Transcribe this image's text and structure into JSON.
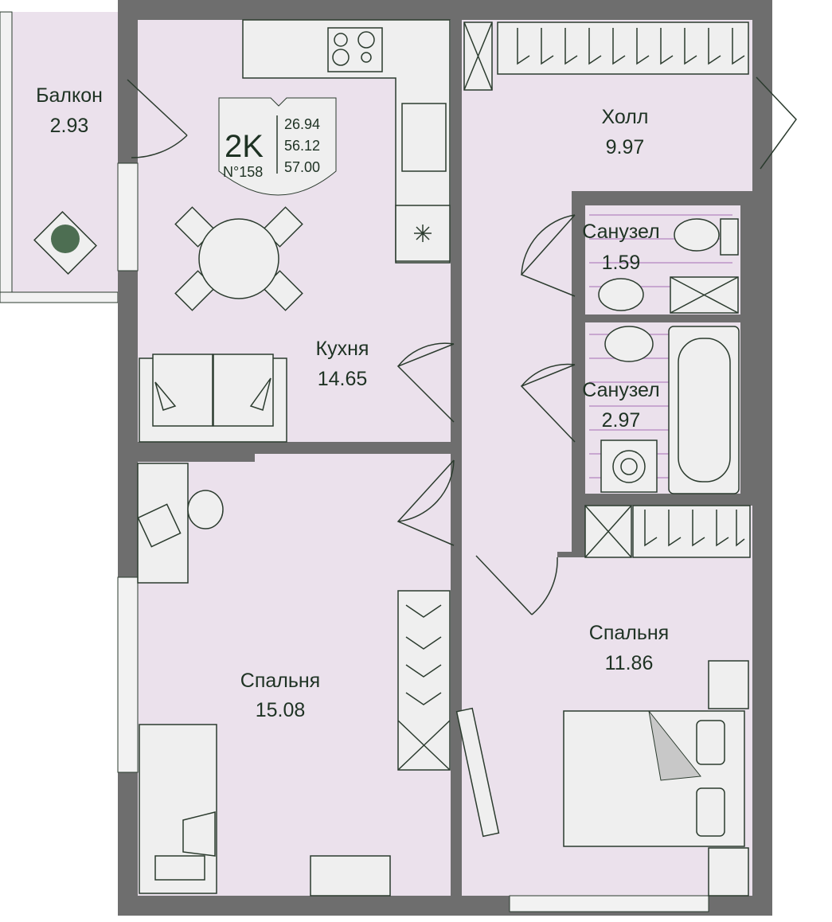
{
  "badge": {
    "type": "2K",
    "number": "N°158",
    "living_area": "26.94",
    "total_area": "56.12",
    "area_with_balcony": "57.00"
  },
  "rooms": [
    {
      "name": "Балкон",
      "area": "2.93"
    },
    {
      "name": "Кухня",
      "area": "14.65"
    },
    {
      "name": "Холл",
      "area": "9.97"
    },
    {
      "name": "Санузел",
      "area": "1.59"
    },
    {
      "name": "Санузел",
      "area": "2.97"
    },
    {
      "name": "Спальня",
      "area": "15.08"
    },
    {
      "name": "Спальня",
      "area": "11.86"
    }
  ],
  "colors": {
    "wall": "#6e6e6e",
    "room": "#ebe1ec",
    "text": "#1e3223",
    "furniture": "#efefef"
  }
}
